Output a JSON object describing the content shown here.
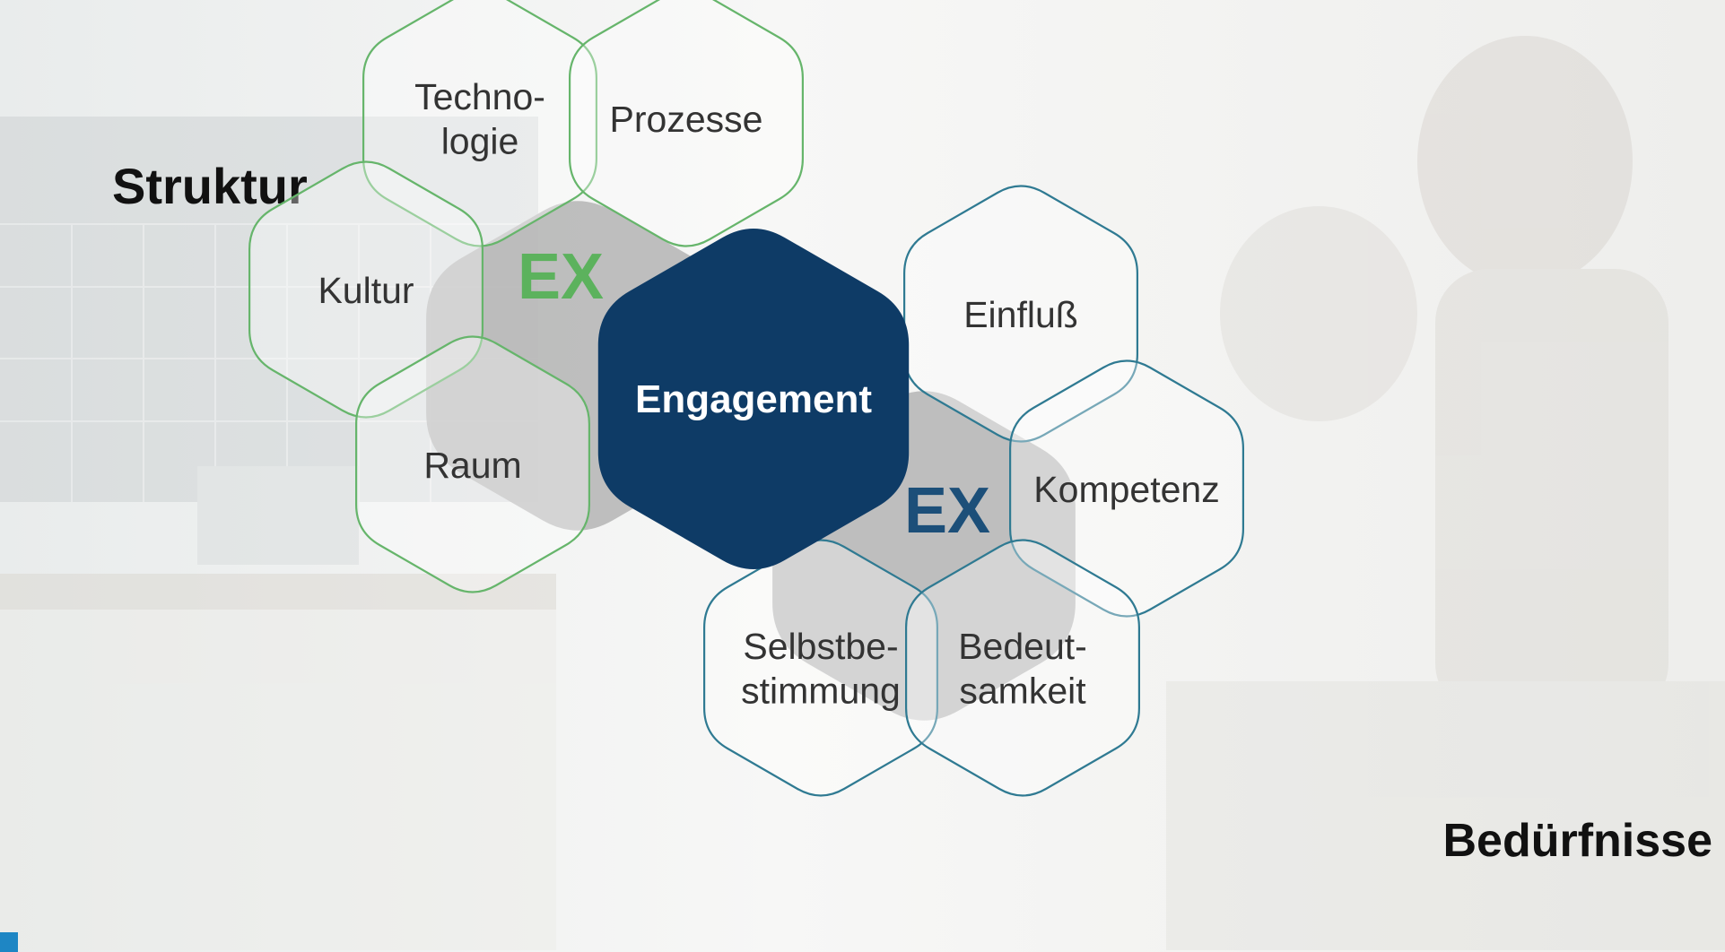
{
  "labels": {
    "left_group": "Struktur",
    "right_group": "Bedürfnisse"
  },
  "center": {
    "label": "Engagement",
    "color": "#0e3b66"
  },
  "groups": [
    {
      "id": "struktur",
      "core_label": "EX",
      "core_label_color": "#5cb25d",
      "outline_color": "#66b56b",
      "items": [
        {
          "key": "technologie",
          "lines": [
            "Techno-",
            "logie"
          ]
        },
        {
          "key": "prozesse",
          "lines": [
            "Prozesse"
          ]
        },
        {
          "key": "kultur",
          "lines": [
            "Kultur"
          ]
        },
        {
          "key": "raum",
          "lines": [
            "Raum"
          ]
        }
      ]
    },
    {
      "id": "beduerfnisse",
      "core_label": "EX",
      "core_label_color": "#1c4f79",
      "outline_color": "#2f7a92",
      "items": [
        {
          "key": "einfluss",
          "lines": [
            "Einfluß"
          ]
        },
        {
          "key": "kompetenz",
          "lines": [
            "Kompetenz"
          ]
        },
        {
          "key": "selbstbestimmung",
          "lines": [
            "Selbstbe-",
            "stimmung"
          ]
        },
        {
          "key": "bedeutsamkeit",
          "lines": [
            "Bedeut-",
            "samkeit"
          ]
        }
      ]
    }
  ],
  "colors": {
    "core_fill": "#b9b9b9",
    "text": "#333333",
    "accent": "#1e86c4"
  }
}
